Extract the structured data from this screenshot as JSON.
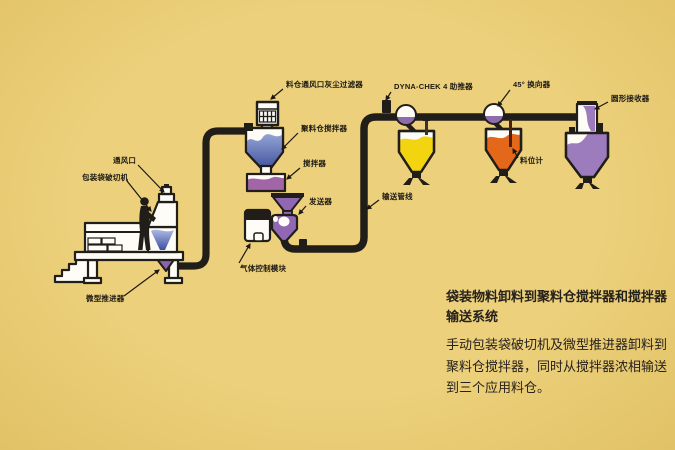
{
  "colors": {
    "bg": "#ecd07b",
    "ink": "#211d19",
    "label": "#1c1914",
    "blue": "#5f6fb6",
    "mixer_purple": "#a266a8",
    "sender_purple": "#8f67b2",
    "feeder_purple": "#8a63ad",
    "yellow": "#f2d411",
    "orange": "#e4681a",
    "receiver_purple": "#9d7cbd",
    "sphere_purple": "#8d6cab"
  },
  "labels": {
    "filter": "料仓通风口灰尘过滤器",
    "surge_hopper": "聚料仓搅拌器",
    "mixer": "搅拌器",
    "sender": "发送器",
    "vent": "通风口",
    "bag_cutter": "包装袋破切机",
    "micro_feeder": "微型推进器",
    "gas_module": "气体控制模块",
    "pipeline": "输送管线",
    "booster": "DYNA-CHEK 4 助推器",
    "diverter": "45° 换向器",
    "receiver": "圆形接收器",
    "level_gauge": "料位计"
  },
  "caption": {
    "title_line1": "袋装物料卸料到聚料仓搅拌器和搅拌器",
    "title_line2": "输送系统",
    "body_line1": "手动包装袋破切机及微型推进器卸料到",
    "body_line2": "聚料仓搅拌器，同时从搅拌器浓相输送",
    "body_line3": "到三个应用料仓。"
  }
}
